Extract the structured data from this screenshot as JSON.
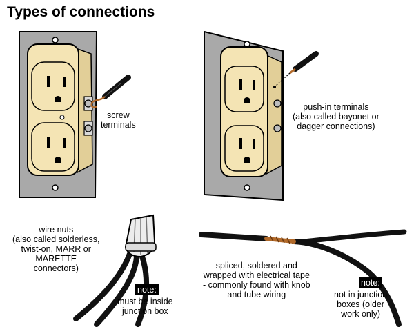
{
  "title": "Types of connections",
  "labels": {
    "screw": [
      "screw",
      "terminals"
    ],
    "push_in": [
      "push-in terminals",
      "(also called bayonet or",
      "dagger connections)"
    ],
    "wire_nuts": [
      "wire nuts",
      "(also called solderless,",
      "twist-on, MARR or",
      "MARETTE",
      "connectors)"
    ],
    "spliced": [
      "spliced, soldered and",
      "wrapped with electrical tape",
      "- commonly found with knob",
      "and tube wiring"
    ]
  },
  "notes": {
    "badge": "note:",
    "wire_nuts": [
      "must be inside",
      "junction box"
    ],
    "spliced": [
      "not in junction",
      "boxes (older",
      "work only)"
    ]
  },
  "colors": {
    "wall_plate": "#a9a9a9",
    "receptacle": "#f4e4b4",
    "receptacle_shadow": "#e2cf98",
    "wire_nut": "#ececec",
    "copper": "#b26a2a",
    "wire": "#111111"
  }
}
